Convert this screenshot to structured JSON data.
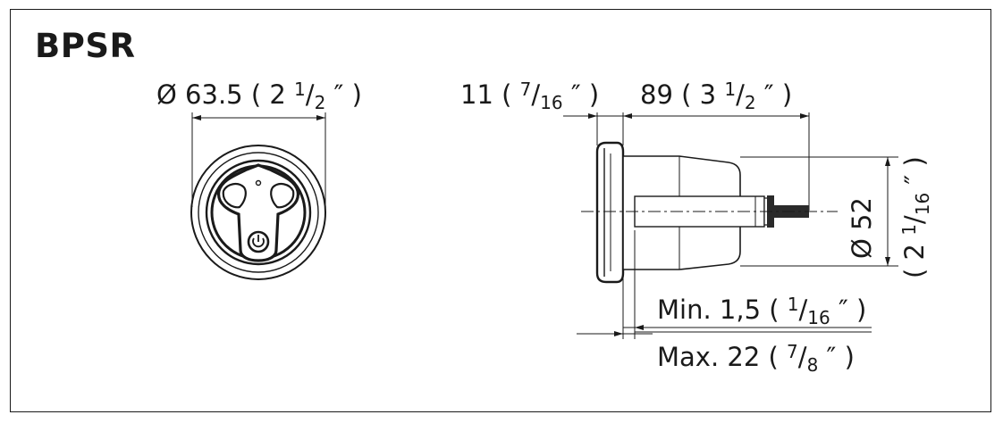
{
  "title": "BPSR",
  "front_view": {
    "diameter": {
      "main": "Ø 63.5 ( 2 ",
      "num": "1",
      "slash": "/",
      "den": "2",
      "tail": " ″ )"
    }
  },
  "side_view": {
    "bezel_depth": {
      "main": "11 ( ",
      "num": "7",
      "slash": "/",
      "den": "16",
      "tail": " ″ )"
    },
    "body_length": {
      "main": "89 ( 3 ",
      "num": "1",
      "slash": "/",
      "den": "2",
      "tail": " ″ )"
    },
    "cutout_diameter": {
      "main": "Ø 52",
      "paren_open": "( 2 ",
      "num": "1",
      "slash": "/",
      "den": "16",
      "tail": " ″ )"
    },
    "panel_min": {
      "main": "Min. 1,5 ( ",
      "num": "1",
      "slash": "/",
      "den": "16",
      "tail": " ″ )"
    },
    "panel_max": {
      "main": "Max. 22 ( ",
      "num": "7",
      "slash": "/",
      "den": "8",
      "tail": " ″ )"
    }
  },
  "colors": {
    "line": "#1a1a1a",
    "fill_light": "#e8e8e8",
    "fill_dark": "#4a4a4a"
  }
}
